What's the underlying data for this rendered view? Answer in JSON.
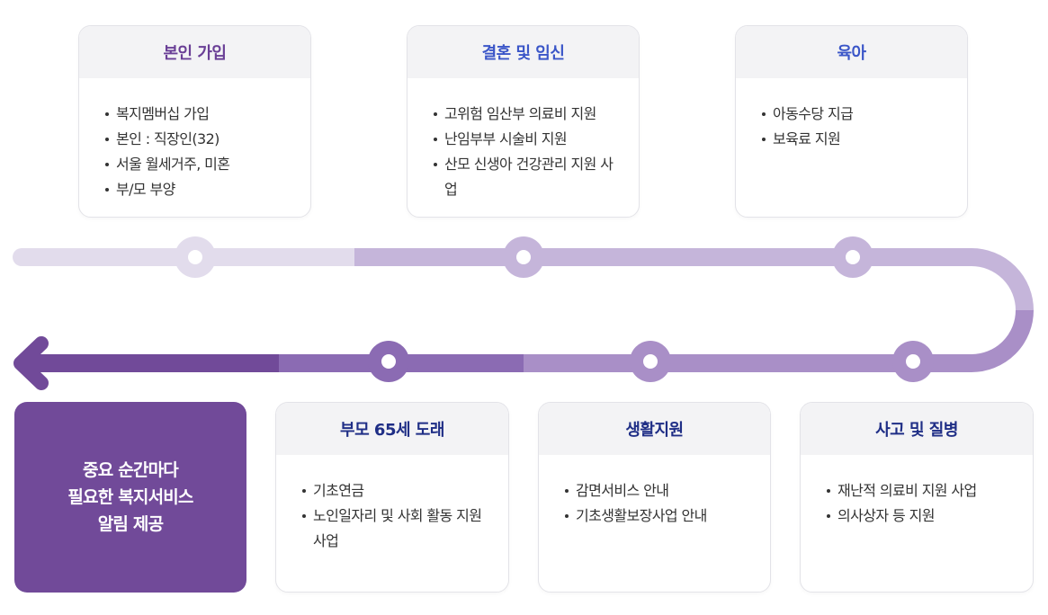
{
  "colors": {
    "head_purple": "#6a3f96",
    "head_blue": "#3b56c8",
    "head_navy": "#1f2e86",
    "cta_bg": "#714a99"
  },
  "top_cards": [
    {
      "title": "본인 가입",
      "items": [
        "복지멤버십 가입",
        "본인 : 직장인(32)",
        "서울 월세거주, 미혼",
        "부/모 부양"
      ]
    },
    {
      "title": "결혼 및 임신",
      "items": [
        "고위험 임산부 의료비 지원",
        "난임부부 시술비 지원",
        "산모 신생아 건강관리 지원 사업"
      ]
    },
    {
      "title": "육아",
      "items": [
        "아동수당 지급",
        "보육료 지원"
      ]
    }
  ],
  "bottom_cards": [
    {
      "title": "부모 65세 도래",
      "items": [
        "기초연금",
        "노인일자리 및 사회 활동 지원사업"
      ]
    },
    {
      "title": "생활지원",
      "items": [
        "감면서비스 안내",
        "기초생활보장사업 안내"
      ]
    },
    {
      "title": "사고 및 질병",
      "items": [
        "재난적 의료비 지원 사업",
        "의사상자 등 지원"
      ]
    }
  ],
  "cta": {
    "line1": "중요 순간마다",
    "line2": "필요한 복지서비스",
    "line3": "알림 제공"
  }
}
